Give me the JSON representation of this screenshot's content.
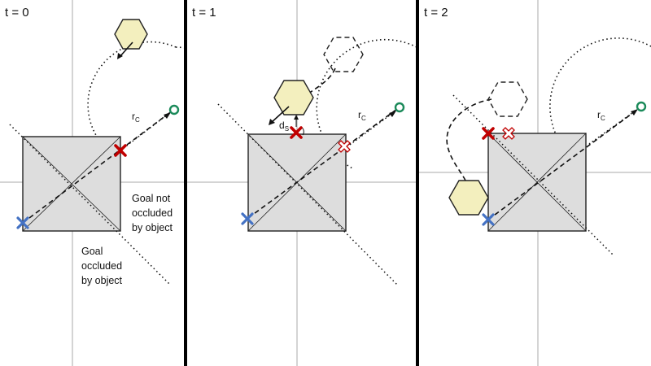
{
  "panels": [
    {
      "title": "t = 0"
    },
    {
      "title": "t = 1"
    },
    {
      "title": "t = 2"
    }
  ],
  "labels": {
    "r_main": "r",
    "r_sub": "C",
    "d_main": "d",
    "d_sub": "S"
  },
  "annotations": {
    "not_occluded": [
      "Goal not",
      "occluded",
      "by object"
    ],
    "occluded": [
      "Goal",
      "occluded",
      "by object"
    ]
  },
  "colors": {
    "box_fill": "#dddddd",
    "hexagon_fill": "#f3efbe",
    "blue_cross": "#4472c4",
    "red_cross": "#c00000",
    "goal": "#1b8a5a"
  }
}
